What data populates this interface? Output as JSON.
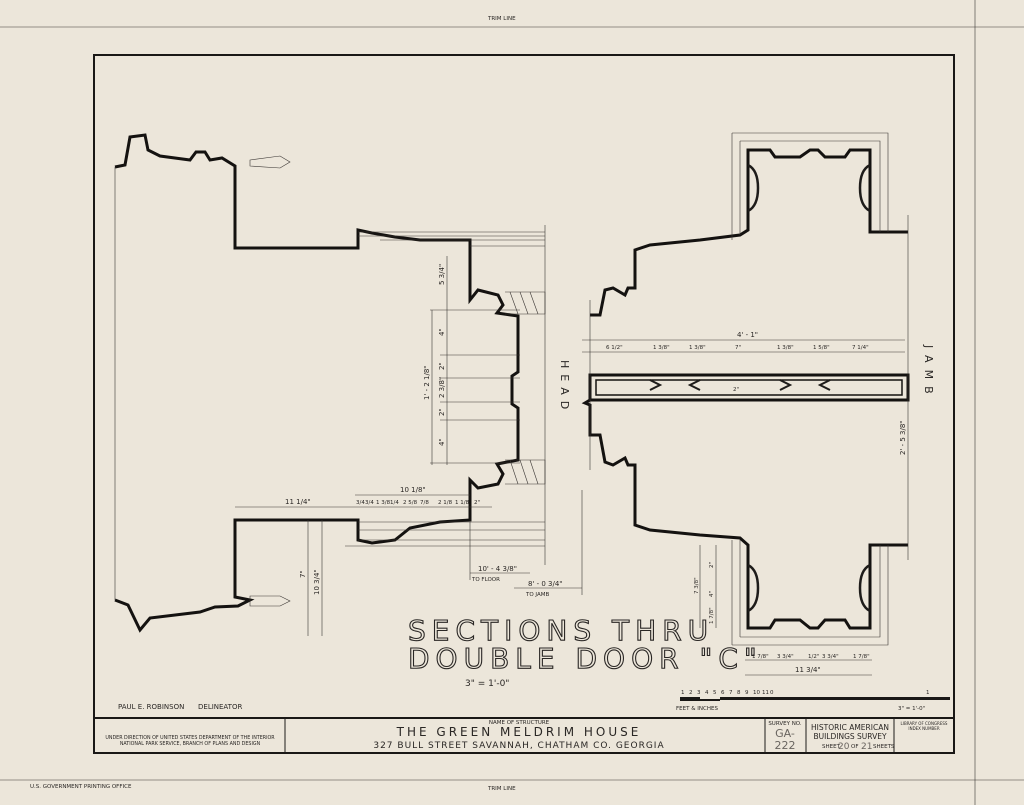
{
  "sheet": {
    "trim_line_top": "TRIM LINE",
    "trim_line_bottom": "TRIM LINE",
    "printer_note": "U.S. GOVERNMENT PRINTING OFFICE"
  },
  "drawing": {
    "title_line1": "SECTIONS THRU",
    "title_line2": "DOUBLE DOOR \"C\"",
    "scale": "3\" = 1'-0\"",
    "head_label": "HEAD",
    "jamb_label": "JAMB",
    "delineator_name": "PAUL E. ROBINSON",
    "delineator_role": "DELINEATOR",
    "scale_bar_label": "FEET & INCHES",
    "scale_bar_ticks": [
      "1",
      "2",
      "3",
      "4",
      "5",
      "6",
      "7",
      "8",
      "9",
      "10",
      "11",
      "0",
      "1"
    ],
    "scale_bar_note": "3\" = 1'-0\""
  },
  "head_dimensions": {
    "top": "5 3/4\"",
    "overall": "1' - 2 1/8\"",
    "d1": "4\"",
    "d2": "2\"",
    "d3": "2 3/8\"",
    "d4": "2\"",
    "d5": "4\"",
    "width_10": "10 1/8\"",
    "width_11": "11 1/4\"",
    "seg": [
      "3/4",
      "3/4",
      "1 3/8",
      "1/4",
      "2 5/8",
      "7/8",
      "2 1/8",
      "1 1/8",
      "2\""
    ],
    "vertical_7": "7\"",
    "vertical_10": "10 3/4\"",
    "to_floor": "10' - 4 3/8\"",
    "to_floor_label": "TO FLOOR",
    "to_jamb": "8' - 0 3/4\"",
    "to_jamb_label": "TO JAMB"
  },
  "jamb_dimensions": {
    "overall": "4' - 1\"",
    "seg": [
      "6 1/2\"",
      "1 3/8\"",
      "1 3/8\"",
      "7\"",
      "1 3/8\"",
      "1 5/8\"",
      "7 1/4\""
    ],
    "panel": "2\"",
    "height": "2' - 5 3/8\"",
    "left_v": [
      "2\"",
      "4\"",
      "1 7/8\""
    ],
    "left_total": "7 3/8\"",
    "bottom_seg": [
      "1 7/8\"",
      "3 3/4\"",
      "1/2\"",
      "3 3/4\"",
      "1 7/8\""
    ],
    "bottom_total": "11 3/4\""
  },
  "title_block": {
    "direction_line1": "UNDER DIRECTION OF UNITED STATES DEPARTMENT OF THE INTERIOR",
    "direction_line2": "NATIONAL PARK SERVICE, BRANCH OF PLANS AND DESIGN",
    "name_label": "NAME OF STRUCTURE",
    "structure_name": "THE GREEN MELDRIM HOUSE",
    "address": "327 BULL STREET SAVANNAH, CHATHAM CO. GEORGIA",
    "survey_no_label": "SURVEY NO.",
    "survey_no_line1": "GA-",
    "survey_no_line2": "222",
    "habs_line1": "HISTORIC AMERICAN",
    "habs_line2": "BUILDINGS SURVEY",
    "sheet_prefix": "SHEET",
    "sheet_no": "20",
    "sheet_of": "OF",
    "sheet_total": "21",
    "sheet_suffix": "SHEETS",
    "library_line1": "LIBRARY OF CONGRESS",
    "library_line2": "INDEX NUMBER"
  }
}
